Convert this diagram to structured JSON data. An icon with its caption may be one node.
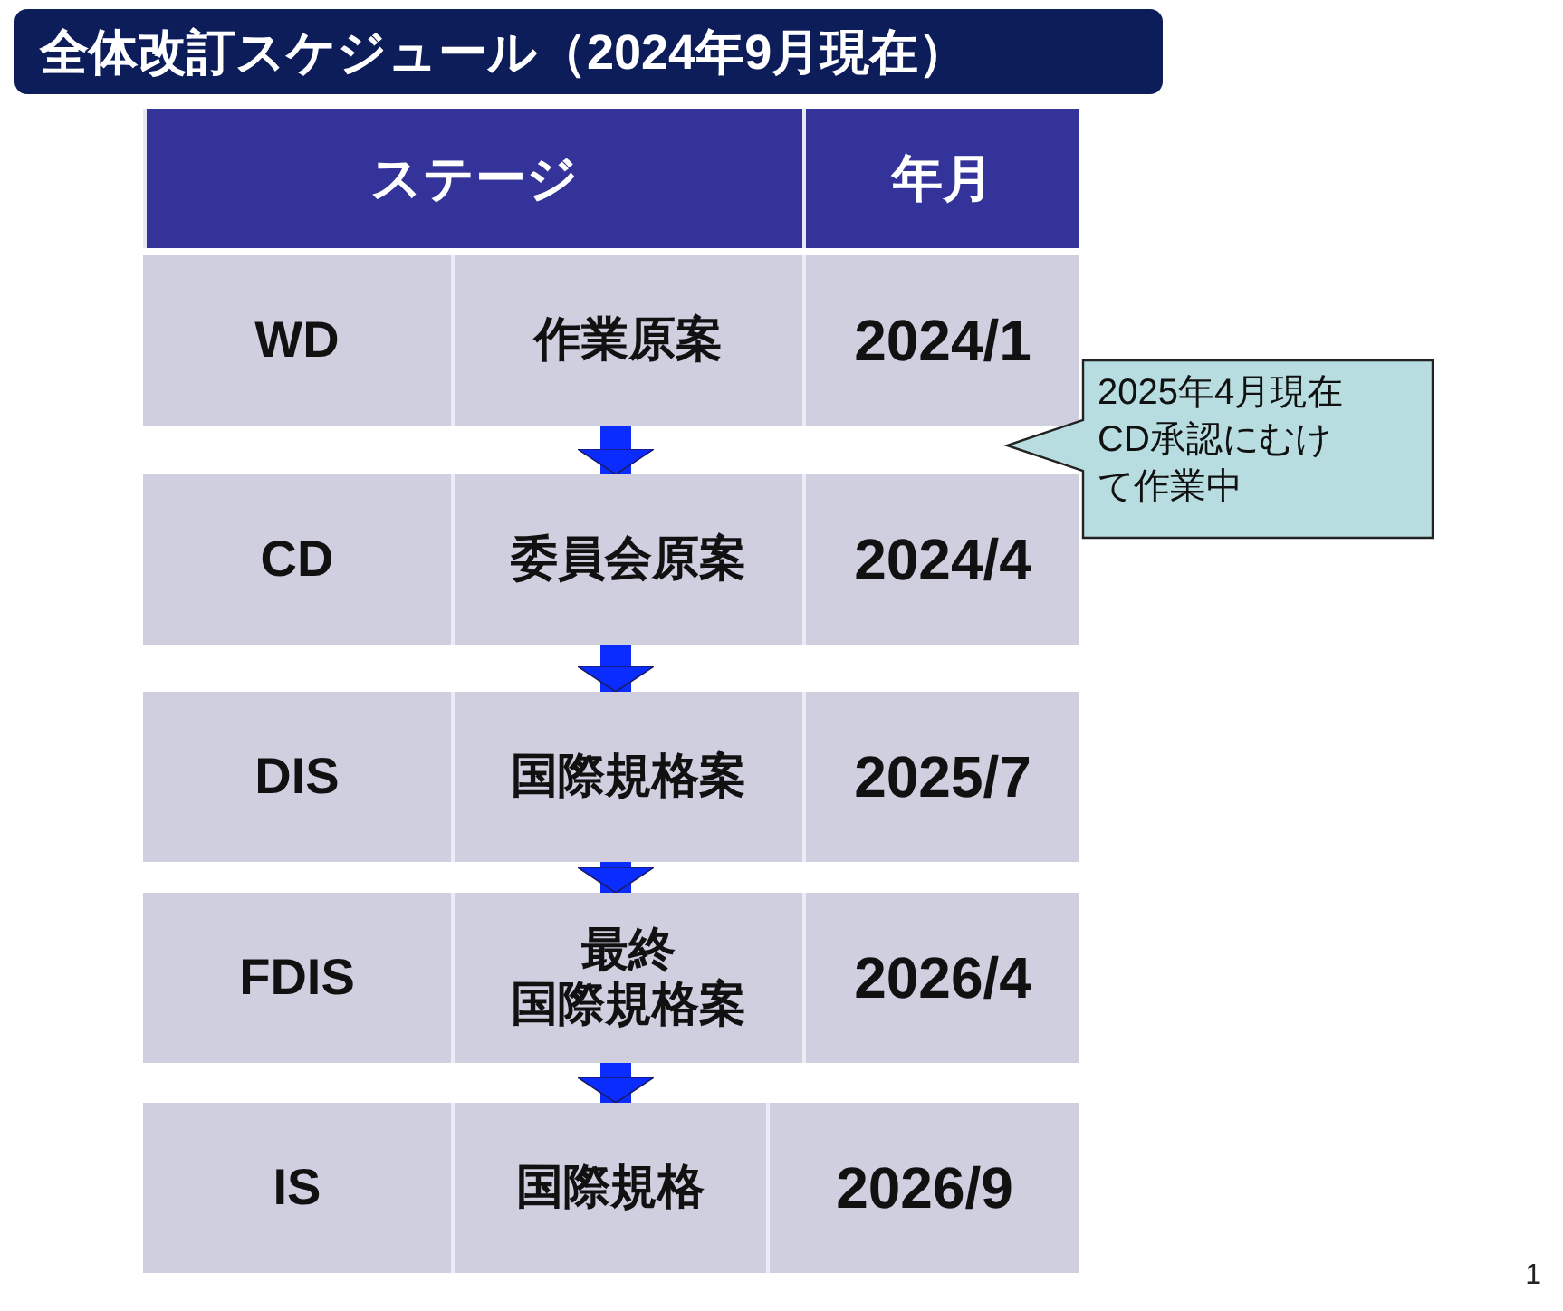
{
  "diagram": {
    "title": "全体改訂スケジュール（2024年9月現在）",
    "nodes": [
      {
        "text": [
          "WD",
          "作業原案",
          "2024/1"
        ]
      },
      {
        "text": [
          "CD",
          "委員会原案",
          "2024/4"
        ]
      },
      {
        "text": [
          "DIS",
          "国際規格案",
          "2025/7"
        ]
      },
      {
        "text": [
          "FDIS",
          "最終",
          "国際規格案",
          "2026/4"
        ]
      },
      {
        "text": [
          "IS",
          "国際規格",
          "2026/9"
        ]
      },
      {
        "text": [
          "2025年4月現在CD承認にむけて作業中"
        ]
      }
    ],
    "edges": [
      {
        "from": 0,
        "to": 1,
        "arrow": "to"
      },
      {
        "from": 1,
        "to": 2,
        "arrow": "to"
      },
      {
        "from": 2,
        "to": 3,
        "arrow": "to"
      },
      {
        "from": 3,
        "to": 4,
        "arrow": "to"
      }
    ],
    "labels": [
      "ステージ",
      "年月",
      "1"
    ]
  }
}
